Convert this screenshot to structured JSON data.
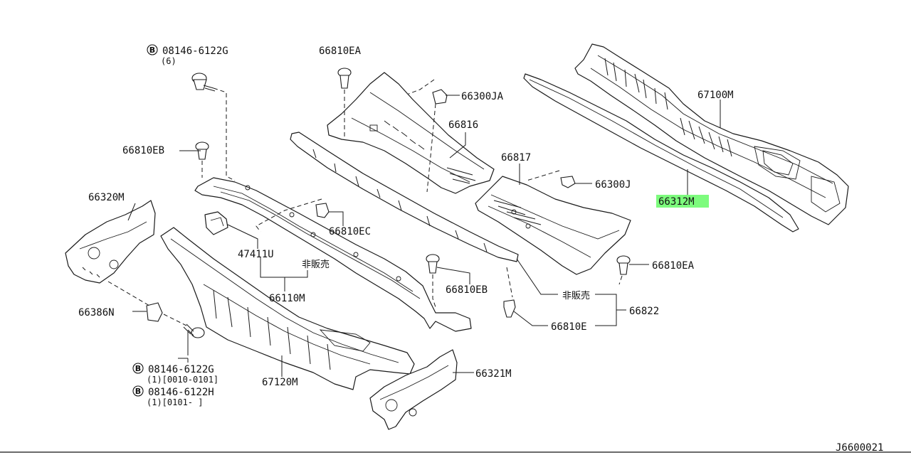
{
  "parts": {
    "p67100m": "67100M",
    "p66312m": "66312M",
    "p66810ea_top": "66810EA",
    "p66300ja": "66300JA",
    "p66816": "66816",
    "p66817": "66817",
    "p66300j": "66300J",
    "p66810eb_left": "66810EB",
    "p66320m": "66320M",
    "p66810ec": "66810EC",
    "p47411u": "47411U",
    "p66110m": "66110M",
    "p66810ea_right": "66810EA",
    "p66810eb_mid": "66810EB",
    "p66822": "66822",
    "p66810e": "66810E",
    "p66386n": "66386N",
    "p67120m": "67120M",
    "p66321m": "66321M"
  },
  "not_for_sale_1": "非販売",
  "not_for_sale_2": "非販売",
  "bolts": {
    "top_symbol": "B",
    "top_code": "08146-6122G",
    "top_qty": "(6)",
    "bottom1_symbol": "B",
    "bottom1_code": "08146-6122G",
    "bottom1_range": "(1)[0010-0101]",
    "bottom2_symbol": "B",
    "bottom2_code": "08146-6122H",
    "bottom2_range": "(1)[0101-     ]"
  },
  "diagram_id": "J6600021",
  "colors": {
    "highlight": "#7dfb7d",
    "line": "#1a1a1a"
  }
}
